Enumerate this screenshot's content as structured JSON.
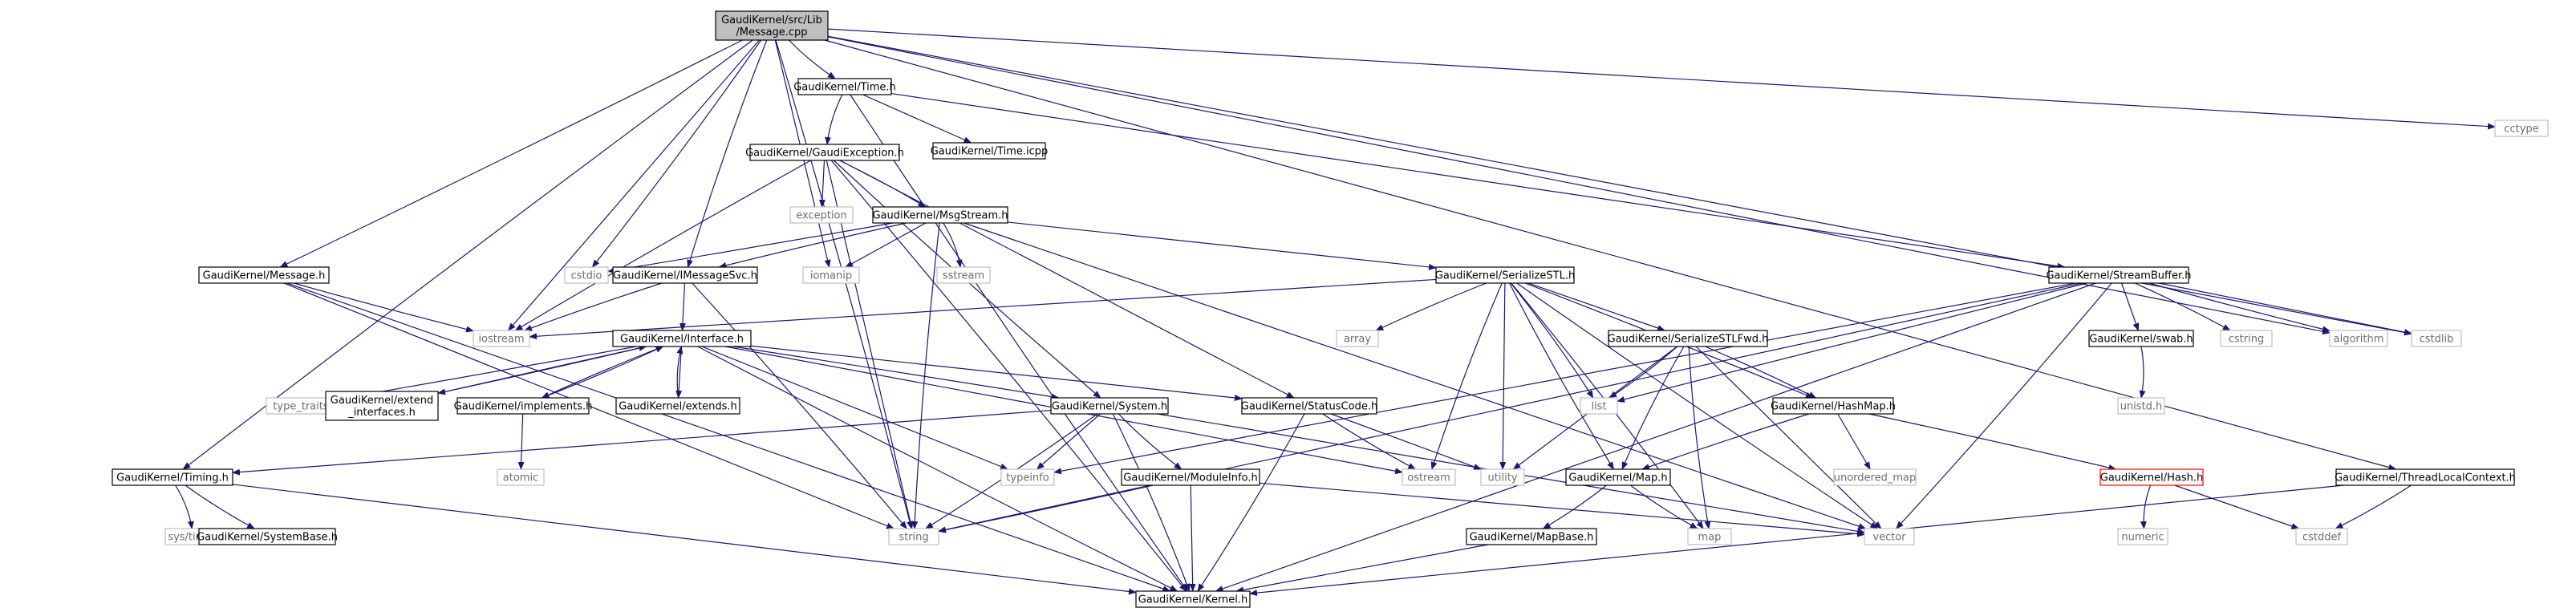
{
  "diagram": {
    "nodes": [
      {
        "id": "root",
        "lines": [
          "GaudiKernel/src/Lib",
          "/Message.cpp"
        ],
        "kind": "root"
      },
      {
        "id": "time_h",
        "lines": [
          "GaudiKernel/Time.h"
        ],
        "kind": "normal"
      },
      {
        "id": "cctype",
        "lines": [
          "cctype"
        ],
        "kind": "system"
      },
      {
        "id": "gexc",
        "lines": [
          "GaudiKernel/GaudiException.h"
        ],
        "kind": "normal"
      },
      {
        "id": "time_icpp",
        "lines": [
          "GaudiKernel/Time.icpp"
        ],
        "kind": "normal"
      },
      {
        "id": "exception",
        "lines": [
          "exception"
        ],
        "kind": "system"
      },
      {
        "id": "msgstream",
        "lines": [
          "GaudiKernel/MsgStream.h"
        ],
        "kind": "normal"
      },
      {
        "id": "message_h",
        "lines": [
          "GaudiKernel/Message.h"
        ],
        "kind": "normal"
      },
      {
        "id": "cstdio",
        "lines": [
          "cstdio"
        ],
        "kind": "system"
      },
      {
        "id": "imsgsvc",
        "lines": [
          "GaudiKernel/IMessageSvc.h"
        ],
        "kind": "normal"
      },
      {
        "id": "iomanip",
        "lines": [
          "iomanip"
        ],
        "kind": "system"
      },
      {
        "id": "sstream",
        "lines": [
          "sstream"
        ],
        "kind": "system"
      },
      {
        "id": "serstl",
        "lines": [
          "GaudiKernel/SerializeSTL.h"
        ],
        "kind": "normal"
      },
      {
        "id": "streambuf",
        "lines": [
          "GaudiKernel/StreamBuffer.h"
        ],
        "kind": "normal"
      },
      {
        "id": "iostream",
        "lines": [
          "iostream"
        ],
        "kind": "system"
      },
      {
        "id": "interface",
        "lines": [
          "GaudiKernel/Interface.h"
        ],
        "kind": "normal"
      },
      {
        "id": "array",
        "lines": [
          "array"
        ],
        "kind": "system"
      },
      {
        "id": "serstlfwd",
        "lines": [
          "GaudiKernel/SerializeSTLFwd.h"
        ],
        "kind": "normal"
      },
      {
        "id": "swab",
        "lines": [
          "GaudiKernel/swab.h"
        ],
        "kind": "normal"
      },
      {
        "id": "cstring",
        "lines": [
          "cstring"
        ],
        "kind": "system"
      },
      {
        "id": "algorithm",
        "lines": [
          "algorithm"
        ],
        "kind": "system"
      },
      {
        "id": "cstdlib",
        "lines": [
          "cstdlib"
        ],
        "kind": "system"
      },
      {
        "id": "type_traits",
        "lines": [
          "type_traits"
        ],
        "kind": "system"
      },
      {
        "id": "ext_iface",
        "lines": [
          "GaudiKernel/extend",
          "_interfaces.h"
        ],
        "kind": "normal"
      },
      {
        "id": "implements",
        "lines": [
          "GaudiKernel/implements.h"
        ],
        "kind": "normal"
      },
      {
        "id": "extends",
        "lines": [
          "GaudiKernel/extends.h"
        ],
        "kind": "normal"
      },
      {
        "id": "system_h",
        "lines": [
          "GaudiKernel/System.h"
        ],
        "kind": "normal"
      },
      {
        "id": "statuscode",
        "lines": [
          "GaudiKernel/StatusCode.h"
        ],
        "kind": "normal"
      },
      {
        "id": "list",
        "lines": [
          "list"
        ],
        "kind": "system"
      },
      {
        "id": "hashmap",
        "lines": [
          "GaudiKernel/HashMap.h"
        ],
        "kind": "normal"
      },
      {
        "id": "unistd",
        "lines": [
          "unistd.h"
        ],
        "kind": "system"
      },
      {
        "id": "atomic",
        "lines": [
          "atomic"
        ],
        "kind": "system"
      },
      {
        "id": "timing",
        "lines": [
          "GaudiKernel/Timing.h"
        ],
        "kind": "normal"
      },
      {
        "id": "typeinfo",
        "lines": [
          "typeinfo"
        ],
        "kind": "system"
      },
      {
        "id": "ostream",
        "lines": [
          "ostream"
        ],
        "kind": "system"
      },
      {
        "id": "utility",
        "lines": [
          "utility"
        ],
        "kind": "system"
      },
      {
        "id": "map_h",
        "lines": [
          "GaudiKernel/Map.h"
        ],
        "kind": "normal"
      },
      {
        "id": "unordered_map",
        "lines": [
          "unordered_map"
        ],
        "kind": "system"
      },
      {
        "id": "hash_h",
        "lines": [
          "GaudiKernel/Hash.h"
        ],
        "kind": "error"
      },
      {
        "id": "tlc",
        "lines": [
          "GaudiKernel/ThreadLocalContext.h"
        ],
        "kind": "normal"
      },
      {
        "id": "moduleinfo",
        "lines": [
          "GaudiKernel/ModuleInfo.h"
        ],
        "kind": "normal"
      },
      {
        "id": "systime",
        "lines": [
          "sys/time.h"
        ],
        "kind": "system"
      },
      {
        "id": "sysbase",
        "lines": [
          "GaudiKernel/SystemBase.h"
        ],
        "kind": "normal"
      },
      {
        "id": "string",
        "lines": [
          "string"
        ],
        "kind": "system"
      },
      {
        "id": "mapbase",
        "lines": [
          "GaudiKernel/MapBase.h"
        ],
        "kind": "normal"
      },
      {
        "id": "map",
        "lines": [
          "map"
        ],
        "kind": "system"
      },
      {
        "id": "vector",
        "lines": [
          "vector"
        ],
        "kind": "system"
      },
      {
        "id": "numeric",
        "lines": [
          "numeric"
        ],
        "kind": "system"
      },
      {
        "id": "cstddef",
        "lines": [
          "cstddef"
        ],
        "kind": "system"
      },
      {
        "id": "kernel",
        "lines": [
          "GaudiKernel/Kernel.h"
        ],
        "kind": "normal"
      }
    ],
    "edges": [
      [
        "root",
        "time_h"
      ],
      [
        "root",
        "cctype"
      ],
      [
        "root",
        "message_h"
      ],
      [
        "root",
        "timing"
      ],
      [
        "root",
        "iostream"
      ],
      [
        "root",
        "cstdio"
      ],
      [
        "root",
        "imsgsvc"
      ],
      [
        "root",
        "iomanip"
      ],
      [
        "root",
        "string"
      ],
      [
        "root",
        "algorithm"
      ],
      [
        "root",
        "cstdlib"
      ],
      [
        "root",
        "tlc"
      ],
      [
        "time_h",
        "gexc"
      ],
      [
        "time_h",
        "time_icpp"
      ],
      [
        "time_h",
        "streambuf"
      ],
      [
        "time_h",
        "kernel"
      ],
      [
        "gexc",
        "exception"
      ],
      [
        "gexc",
        "msgstream"
      ],
      [
        "gexc",
        "iostream"
      ],
      [
        "gexc",
        "string"
      ],
      [
        "gexc",
        "kernel"
      ],
      [
        "gexc",
        "system_h"
      ],
      [
        "gexc",
        "statuscode"
      ],
      [
        "msgstream",
        "cstdio"
      ],
      [
        "msgstream",
        "imsgsvc"
      ],
      [
        "msgstream",
        "iomanip"
      ],
      [
        "msgstream",
        "sstream"
      ],
      [
        "msgstream",
        "string"
      ],
      [
        "msgstream",
        "serstl"
      ],
      [
        "msgstream",
        "vector"
      ],
      [
        "message_h",
        "iostream"
      ],
      [
        "message_h",
        "string"
      ],
      [
        "message_h",
        "kernel"
      ],
      [
        "imsgsvc",
        "iostream"
      ],
      [
        "imsgsvc",
        "interface"
      ],
      [
        "imsgsvc",
        "string"
      ],
      [
        "serstl",
        "array"
      ],
      [
        "serstl",
        "iostream"
      ],
      [
        "serstl",
        "list"
      ],
      [
        "serstl",
        "map_h"
      ],
      [
        "serstl",
        "serstlfwd"
      ],
      [
        "serstl",
        "hashmap"
      ],
      [
        "serstl",
        "ostream"
      ],
      [
        "serstl",
        "utility"
      ],
      [
        "serstl",
        "map"
      ],
      [
        "serstl",
        "vector"
      ],
      [
        "streambuf",
        "typeinfo"
      ],
      [
        "streambuf",
        "string"
      ],
      [
        "streambuf",
        "list"
      ],
      [
        "streambuf",
        "swab"
      ],
      [
        "streambuf",
        "cstring"
      ],
      [
        "streambuf",
        "algorithm"
      ],
      [
        "streambuf",
        "cstdlib"
      ],
      [
        "streambuf",
        "vector"
      ],
      [
        "streambuf",
        "kernel"
      ],
      [
        "interface",
        "type_traits"
      ],
      [
        "interface",
        "ext_iface"
      ],
      [
        "interface",
        "implements"
      ],
      [
        "interface",
        "extends"
      ],
      [
        "interface",
        "system_h"
      ],
      [
        "interface",
        "statuscode"
      ],
      [
        "interface",
        "typeinfo"
      ],
      [
        "interface",
        "ostream"
      ],
      [
        "interface",
        "kernel"
      ],
      [
        "ext_iface",
        "interface"
      ],
      [
        "implements",
        "interface"
      ],
      [
        "extends",
        "interface"
      ],
      [
        "implements",
        "atomic"
      ],
      [
        "serstlfwd",
        "list"
      ],
      [
        "serstlfwd",
        "map_h"
      ],
      [
        "serstlfwd",
        "utility"
      ],
      [
        "serstlfwd",
        "hashmap"
      ],
      [
        "serstlfwd",
        "map"
      ],
      [
        "serstlfwd",
        "vector"
      ],
      [
        "swab",
        "unistd"
      ],
      [
        "system_h",
        "timing"
      ],
      [
        "system_h",
        "typeinfo"
      ],
      [
        "system_h",
        "string"
      ],
      [
        "system_h",
        "moduleinfo"
      ],
      [
        "system_h",
        "vector"
      ],
      [
        "system_h",
        "kernel"
      ],
      [
        "statuscode",
        "ostream"
      ],
      [
        "statuscode",
        "utility"
      ],
      [
        "statuscode",
        "kernel"
      ],
      [
        "hashmap",
        "map_h"
      ],
      [
        "hashmap",
        "unordered_map"
      ],
      [
        "hashmap",
        "hash_h"
      ],
      [
        "hash_h",
        "numeric"
      ],
      [
        "hash_h",
        "cstddef"
      ],
      [
        "timing",
        "systime"
      ],
      [
        "timing",
        "sysbase"
      ],
      [
        "timing",
        "kernel"
      ],
      [
        "map_h",
        "mapbase"
      ],
      [
        "map_h",
        "map"
      ],
      [
        "mapbase",
        "kernel"
      ],
      [
        "moduleinfo",
        "string"
      ],
      [
        "moduleinfo",
        "vector"
      ],
      [
        "moduleinfo",
        "kernel"
      ],
      [
        "tlc",
        "cstddef"
      ],
      [
        "tlc",
        "kernel"
      ]
    ]
  },
  "colors": {
    "edge": "#191970",
    "root_fill": "#bfbfbf",
    "node_border": "#000000",
    "system_border": "#bfbfbf",
    "system_text": "#6e6e6e",
    "error_border": "#ff0000"
  }
}
